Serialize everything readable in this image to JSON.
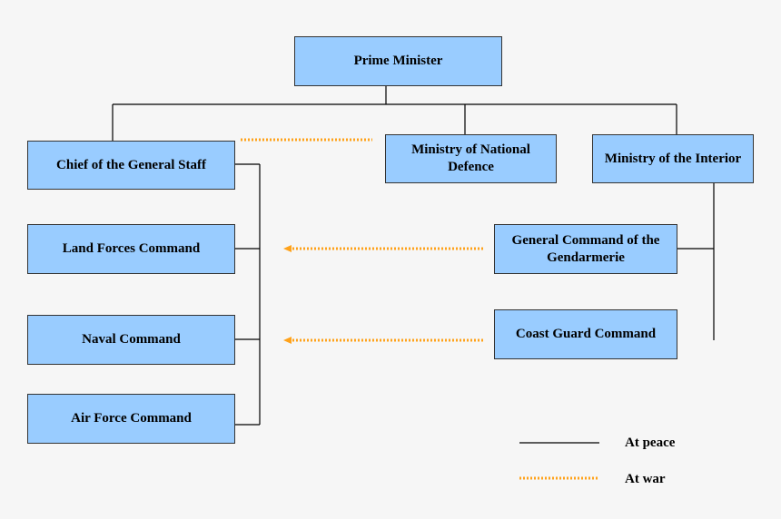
{
  "nodes": {
    "prime_minister": "Prime Minister",
    "chief_general_staff": "Chief of the General Staff",
    "ministry_national_defence": "Ministry of National Defence",
    "ministry_interior": "Ministry of the Interior",
    "land_forces": "Land Forces Command",
    "naval": "Naval Command",
    "air_force": "Air Force Command",
    "gendarmerie": "General Command of the Gendarmerie",
    "coast_guard": "Coast Guard Command"
  },
  "legend": {
    "peace": "At peace",
    "war": "At war"
  },
  "colors": {
    "box_fill": "#99ccff",
    "peace_line": "#000000",
    "war_line": "#ffa21a"
  }
}
